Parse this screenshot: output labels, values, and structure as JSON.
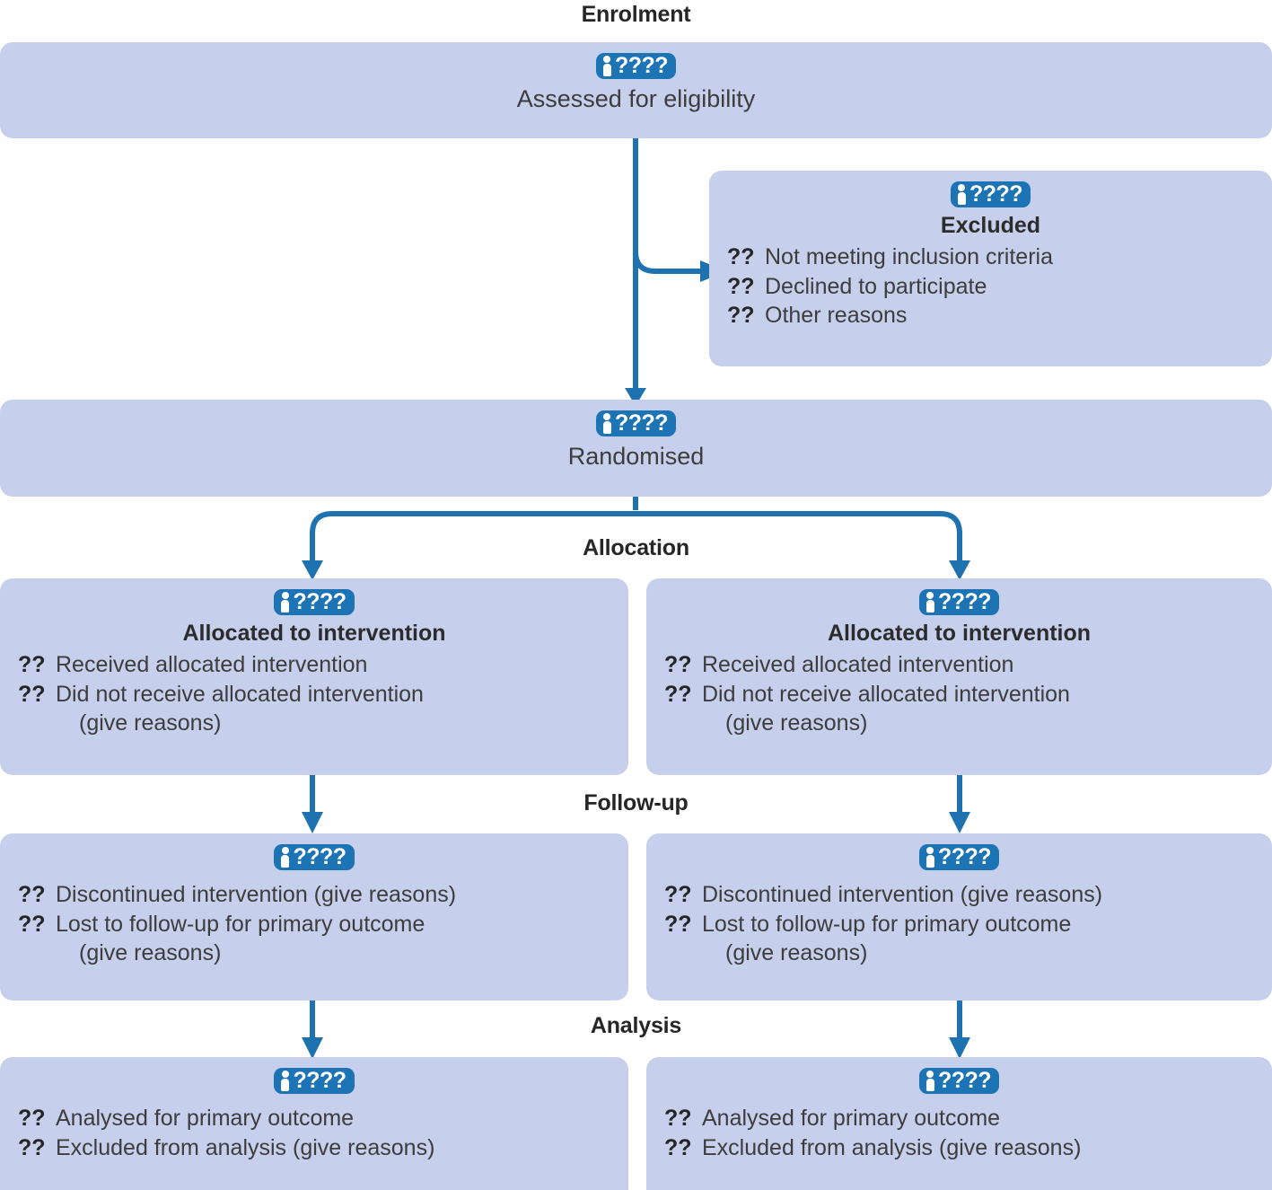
{
  "meta": {
    "diagram_title": "CONSORT 2025 flow diagram",
    "box_fill": "#c6cfeb",
    "badge_fill": "#1d74b5",
    "arrow_color": "#1f72b0",
    "text_color": "#3d3d3d"
  },
  "sections": {
    "enrolment": "Enrolment",
    "allocation": "Allocation",
    "followup": "Follow-up",
    "analysis": "Analysis"
  },
  "badge": {
    "count": "????",
    "icon": "person-icon"
  },
  "enrolment": {
    "assessed": {
      "count": "????",
      "caption": "Assessed for eligibility"
    },
    "excluded": {
      "count": "????",
      "title": "Excluded",
      "items": [
        {
          "marker": "??",
          "text": "Not meeting inclusion criteria"
        },
        {
          "marker": "??",
          "text": "Declined to participate"
        },
        {
          "marker": "??",
          "text": "Other reasons"
        }
      ]
    },
    "randomised": {
      "count": "????",
      "caption": "Randomised"
    }
  },
  "allocation": {
    "left": {
      "count": "????",
      "title": "Allocated to intervention",
      "items": [
        {
          "marker": "??",
          "text": "Received allocated intervention",
          "cont": ""
        },
        {
          "marker": "??",
          "text": "Did not receive allocated intervention",
          "cont": "(give reasons)"
        }
      ]
    },
    "right": {
      "count": "????",
      "title": "Allocated to intervention",
      "items": [
        {
          "marker": "??",
          "text": "Received allocated intervention",
          "cont": ""
        },
        {
          "marker": "??",
          "text": "Did not receive allocated intervention",
          "cont": "(give reasons)"
        }
      ]
    }
  },
  "followup": {
    "left": {
      "count": "????",
      "items": [
        {
          "marker": "??",
          "text": "Discontinued intervention (give reasons)",
          "cont": ""
        },
        {
          "marker": "??",
          "text": "Lost to follow-up for primary outcome",
          "cont": "(give reasons)"
        }
      ]
    },
    "right": {
      "count": "????",
      "items": [
        {
          "marker": "??",
          "text": "Discontinued intervention (give reasons)",
          "cont": ""
        },
        {
          "marker": "??",
          "text": "Lost to follow-up for primary outcome",
          "cont": "(give reasons)"
        }
      ]
    }
  },
  "analysis": {
    "left": {
      "count": "????",
      "items": [
        {
          "marker": "??",
          "text": "Analysed for primary outcome",
          "cont": ""
        },
        {
          "marker": "??",
          "text": "Excluded from analysis (give reasons)",
          "cont": ""
        }
      ]
    },
    "right": {
      "count": "????",
      "items": [
        {
          "marker": "??",
          "text": "Analysed for primary outcome",
          "cont": ""
        },
        {
          "marker": "??",
          "text": "Excluded from analysis (give reasons)",
          "cont": ""
        }
      ]
    }
  }
}
